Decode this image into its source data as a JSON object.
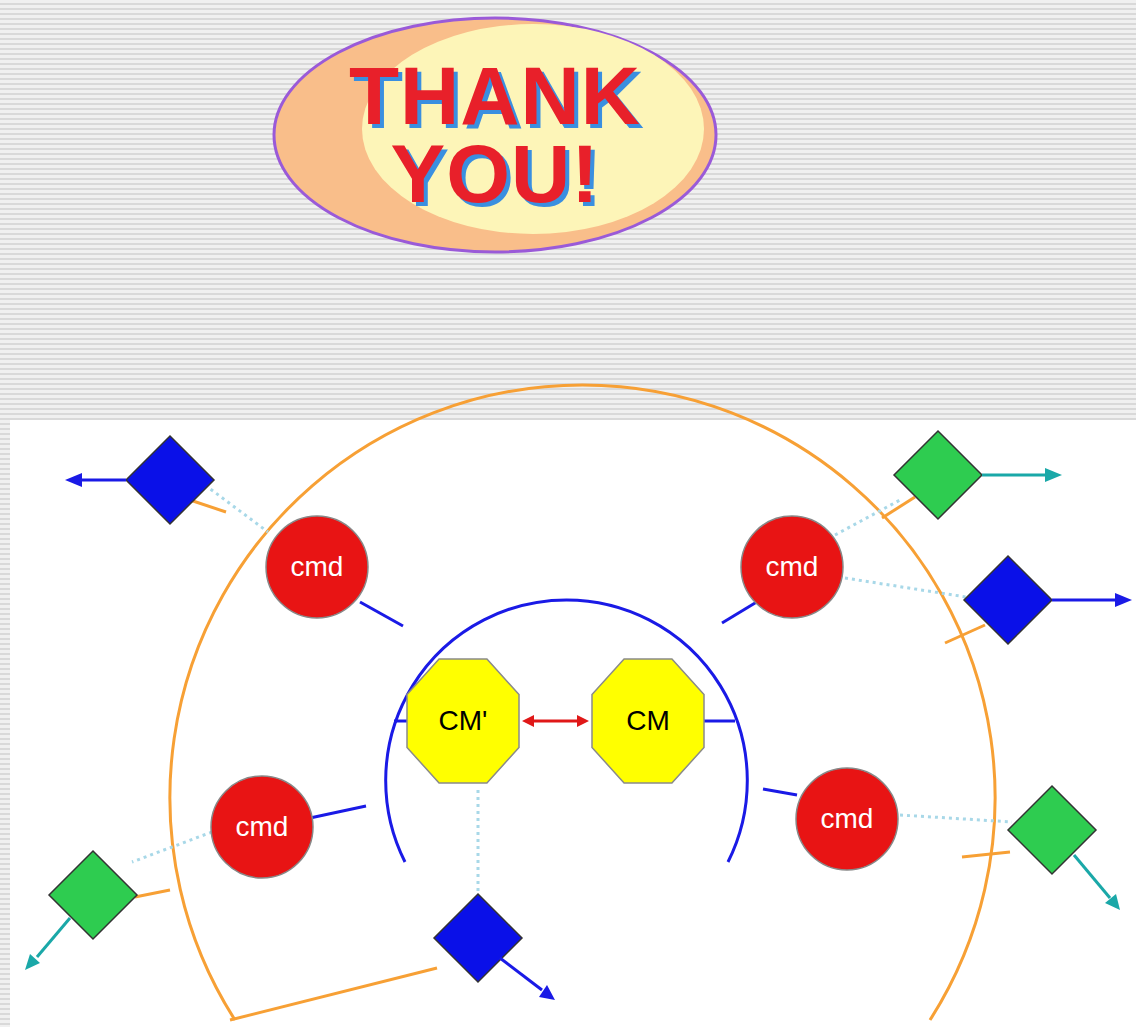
{
  "diagram": {
    "nodes": [
      {
        "text": [
          "THANK YOU!"
        ]
      },
      {
        "text": [
          "cmd"
        ]
      },
      {
        "text": [
          "cmd"
        ]
      },
      {
        "text": [
          "CM'"
        ]
      },
      {
        "text": [
          "CM"
        ]
      },
      {
        "text": [
          "cmd"
        ]
      },
      {
        "text": [
          "cmd"
        ]
      }
    ],
    "edges": [
      {
        "from": 3,
        "to": 4,
        "arrow": "both"
      }
    ]
  }
}
